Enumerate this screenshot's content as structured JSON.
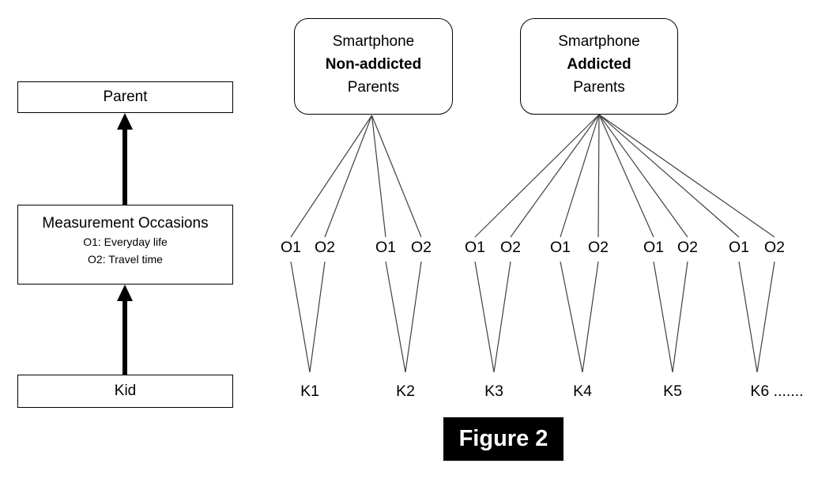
{
  "colors": {
    "ink": "#000000",
    "thin_line": "#404040",
    "caption_bg": "#000000",
    "caption_fg": "#ffffff"
  },
  "left_panel": {
    "parent_label": "Parent",
    "measurement": {
      "title": "Measurement Occasions",
      "line1": "O1: Everyday life",
      "line2": "O2: Travel time"
    },
    "kid_label": "Kid"
  },
  "groups": [
    {
      "top": "Smartphone",
      "middle": "Non-addicted",
      "bottom": "Parents"
    },
    {
      "top": "Smartphone",
      "middle": "Addicted",
      "bottom": "Parents"
    }
  ],
  "occasions": [
    "O1",
    "O2",
    "O1",
    "O2",
    "O1",
    "O2",
    "O1",
    "O2",
    "O1",
    "O2",
    "O1",
    "O2"
  ],
  "kids": [
    "K1",
    "K2",
    "K3",
    "K4",
    "K5",
    "K6 ......."
  ],
  "caption": "Figure 2"
}
